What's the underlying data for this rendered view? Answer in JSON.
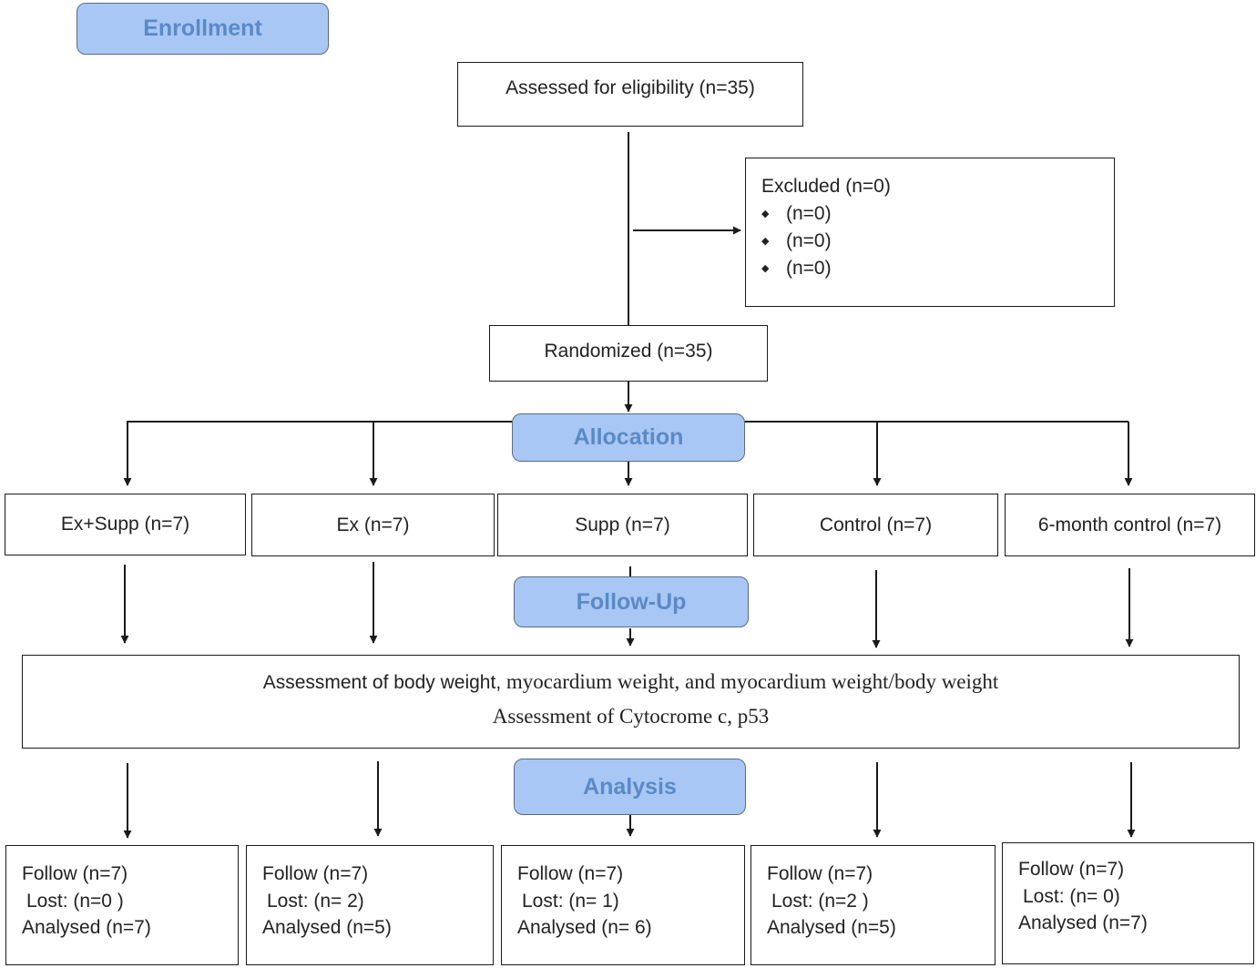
{
  "stages": {
    "enrollment": "Enrollment",
    "allocation": "Allocation",
    "follow_up": "Follow-Up",
    "analysis": "Analysis"
  },
  "eligibility": "Assessed for eligibility (n=35)",
  "excluded": {
    "title": "Excluded (n=0)",
    "items": [
      "(n=0)",
      "(n=0)",
      "(n=0)"
    ]
  },
  "randomized": "Randomized (n=35)",
  "groups": [
    "Ex+Supp (n=7)",
    "Ex (n=7)",
    "Supp (n=7)",
    "Control (n=7)",
    "6-month control (n=7)"
  ],
  "assessment": {
    "line1_sans": "Assessment of body weight,",
    "line1_serif": " myocardium weight, and myocardium weight/body weight",
    "line2": "Assessment of Cytocrome c, p53"
  },
  "results": [
    {
      "follow": "Follow (n=7)",
      "lost": "Lost: (n=0 )",
      "analysed": "Analysed (n=7)"
    },
    {
      "follow": "Follow (n=7)",
      "lost": "Lost: (n= 2)",
      "analysed": "Analysed (n=5)"
    },
    {
      "follow": "Follow (n=7)",
      "lost": "Lost: (n= 1)",
      "analysed": "Analysed (n= 6)"
    },
    {
      "follow": "Follow (n=7)",
      "lost": "Lost: (n=2 )",
      "analysed": "Analysed (n=5)"
    },
    {
      "follow": "Follow (n=7)",
      "lost": "Lost: (n= 0)",
      "analysed": "Analysed (n=7)"
    }
  ],
  "colors": {
    "stage_fill": "#a9c7f5",
    "stage_text": "#5a8ac6",
    "line": "#1a1a1a"
  }
}
